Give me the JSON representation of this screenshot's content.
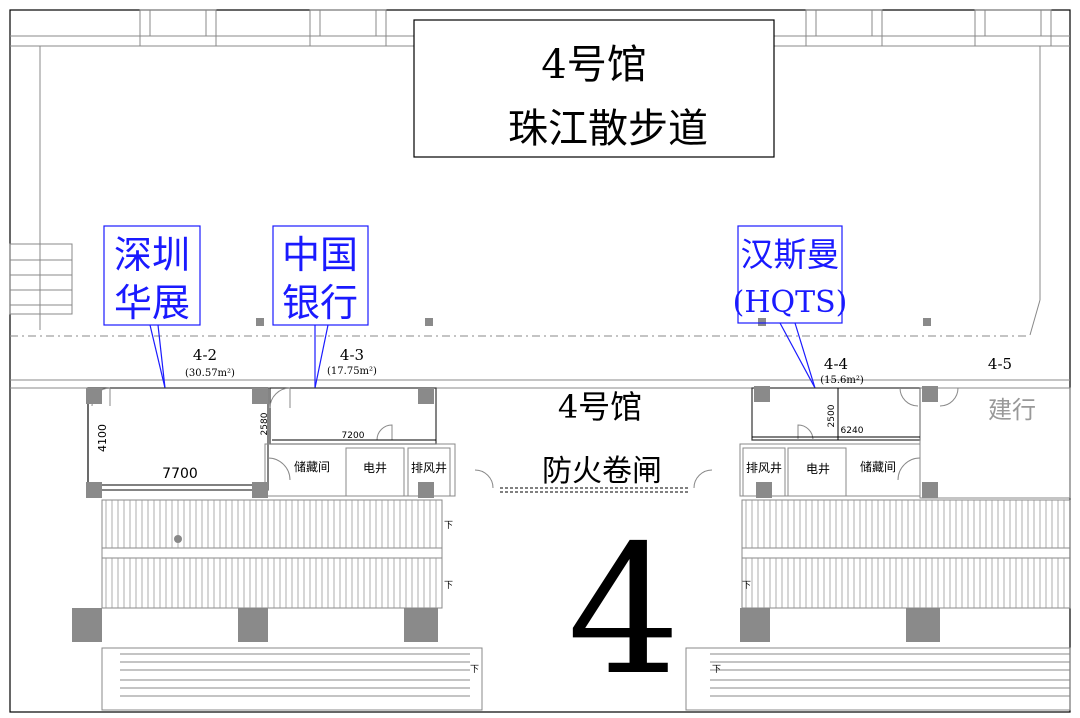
{
  "title_box": {
    "line1": "4号馆",
    "line2": "珠江散步道"
  },
  "labels": [
    {
      "line1": "深圳",
      "line2": "华展"
    },
    {
      "line1": "中国",
      "line2": "银行"
    },
    {
      "line1": "汉斯曼",
      "line2": "(HQTS)"
    }
  ],
  "units": [
    {
      "id": "4-2",
      "area": "(30.57m²)",
      "dim_w": "7700",
      "dim_h": "4100"
    },
    {
      "id": "4-3",
      "area": "(17.75m²)",
      "dim_w": "7200",
      "dim_h": "2580"
    },
    {
      "id": "4-4",
      "area": "(15.6m²)",
      "dim_w": "6240",
      "dim_h": "2500"
    },
    {
      "id": "4-5",
      "tenant": "建行"
    }
  ],
  "rooms": {
    "storage": "储藏间",
    "electric": "电井",
    "exhaust": "排风井"
  },
  "center": {
    "hall": "4号馆",
    "shutter": "防火卷闸",
    "big_number": "4"
  },
  "stairs_down": "下",
  "colors": {
    "label_blue": "#1a1aff",
    "column": "#8a8a8a"
  }
}
